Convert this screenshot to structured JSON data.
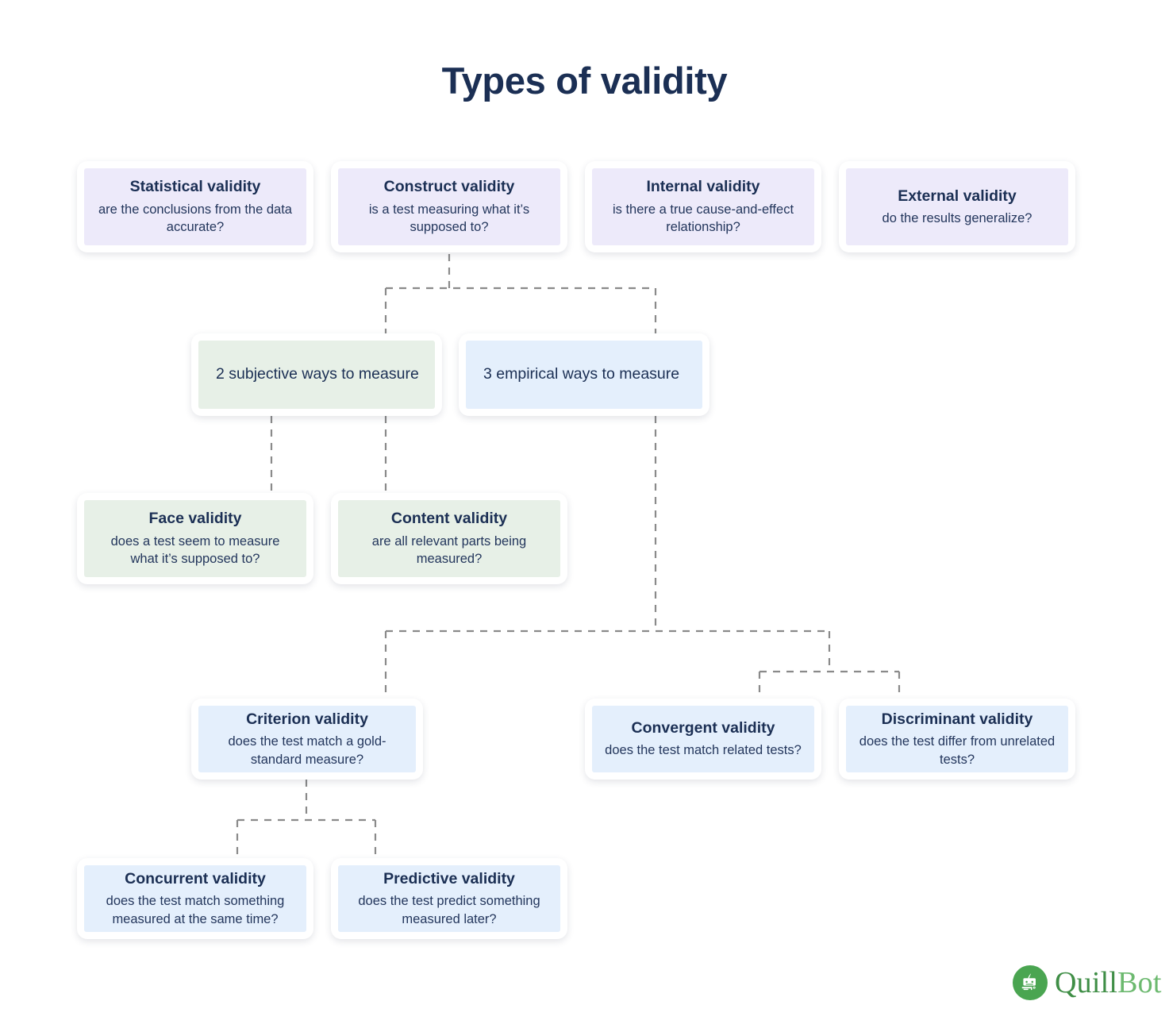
{
  "title": "Types of validity",
  "colors": {
    "title_text": "#1b2f54",
    "lavender_box": "#edeafa",
    "green_box": "#e7f0e7",
    "blue_box": "#e4effc",
    "connector_line": "#8a8a8a",
    "logo_green": "#4aa551",
    "background": "#ffffff"
  },
  "nodes": {
    "statistical": {
      "title": "Statistical validity",
      "desc": "are the conclusions from the data accurate?"
    },
    "construct": {
      "title": "Construct validity",
      "desc": "is a test measuring what it’s supposed to?"
    },
    "internal": {
      "title": "Internal validity",
      "desc": "is there a true cause-and-effect relationship?"
    },
    "external": {
      "title": "External validity",
      "desc": "do the results generalize?"
    },
    "subjective_group": {
      "label": "2 subjective ways to measure"
    },
    "empirical_group": {
      "label": "3 empirical ways to measure"
    },
    "face": {
      "title": "Face validity",
      "desc": "does a test seem to measure what it’s supposed to?"
    },
    "content": {
      "title": "Content validity",
      "desc": "are all relevant parts being measured?"
    },
    "criterion": {
      "title": "Criterion validity",
      "desc": "does the test match a gold-standard measure?"
    },
    "convergent": {
      "title": "Convergent validity",
      "desc": "does the test match related tests?"
    },
    "discriminant": {
      "title": "Discriminant validity",
      "desc": "does the test differ from unrelated tests?"
    },
    "concurrent": {
      "title": "Concurrent validity",
      "desc": "does the test match something measured at the same time?"
    },
    "predictive": {
      "title": "Predictive validity",
      "desc": "does the test predict something measured later?"
    }
  },
  "logo": {
    "name_part1": "Quill",
    "name_part2": "Bot",
    "icon": "quillbot-robot-icon"
  }
}
